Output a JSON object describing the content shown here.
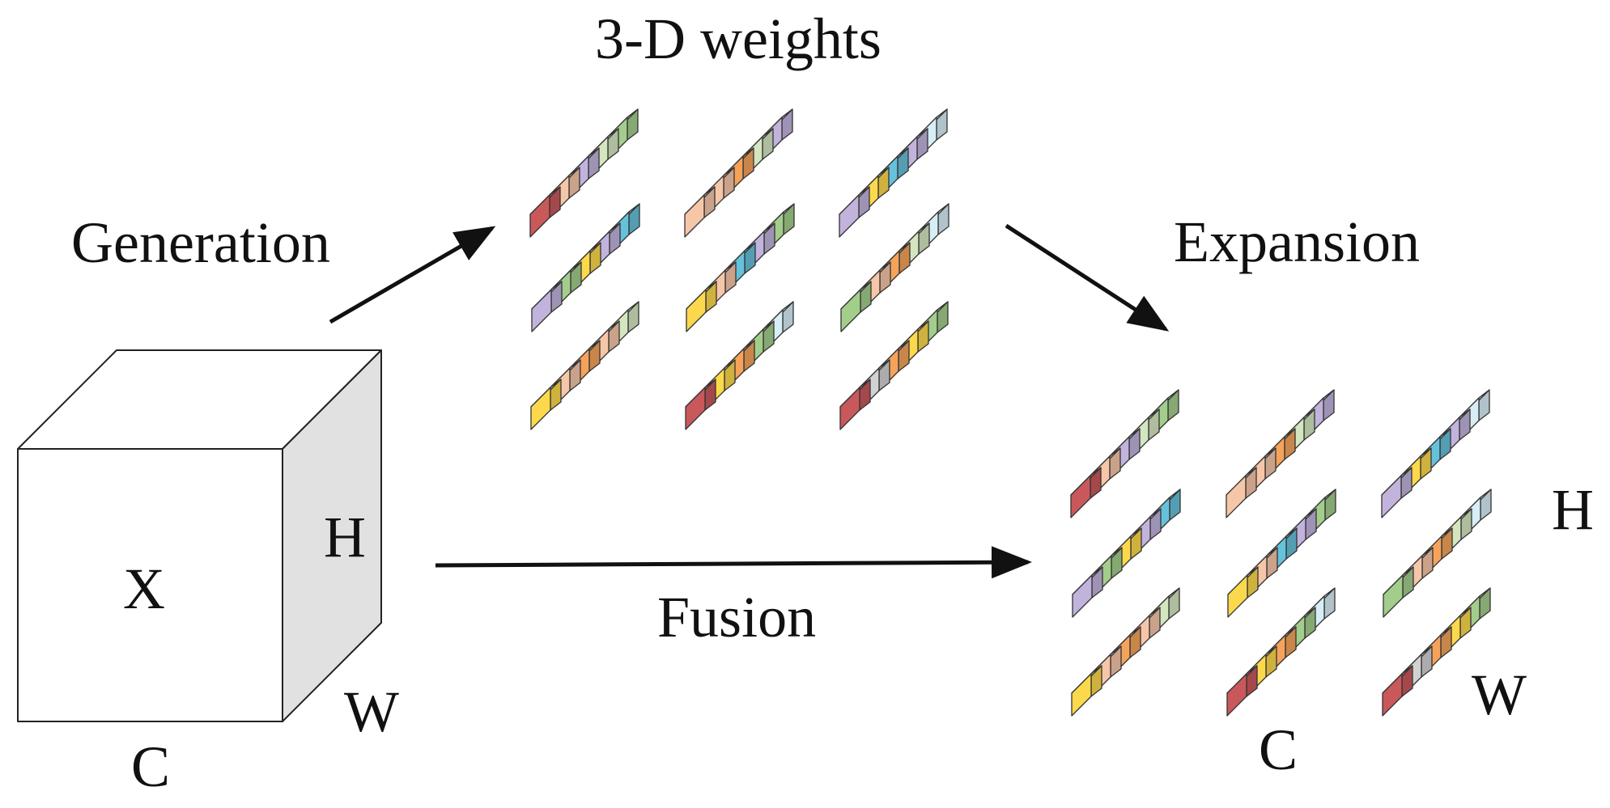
{
  "labels": {
    "weights_title": "3-D weights",
    "generation": "Generation",
    "expansion": "Expansion",
    "fusion": "Fusion",
    "x": "X",
    "h_left": "H",
    "w_left": "W",
    "c_left": "C",
    "h_right": "H",
    "w_right": "W",
    "c_right": "C"
  },
  "colors": {
    "red": "#c9585b",
    "peach": "#f6c6a8",
    "lilac": "#c2b3dd",
    "green": "#a3cd8b",
    "light_green": "#d3e6bf",
    "orange": "#f5a35b",
    "yellow": "#fcd94c",
    "blue": "#66c1db",
    "light_blue": "#d7eef6",
    "gray": "#d2d2d2",
    "cube_side": "#e1e1e1"
  },
  "weight_groups": [
    {
      "rows": [
        [
          "red",
          "peach",
          "lilac",
          "light_green",
          "green"
        ],
        [
          "lilac",
          "green",
          "yellow",
          "lilac",
          "blue"
        ],
        [
          "yellow",
          "peach",
          "orange",
          "peach",
          "light_green"
        ]
      ]
    },
    {
      "rows": [
        [
          "peach",
          "peach",
          "orange",
          "light_green",
          "lilac"
        ],
        [
          "yellow",
          "peach",
          "blue",
          "lilac",
          "green"
        ],
        [
          "red",
          "yellow",
          "orange",
          "green",
          "light_blue"
        ]
      ]
    },
    {
      "rows": [
        [
          "lilac",
          "yellow",
          "blue",
          "lilac",
          "light_blue"
        ],
        [
          "green",
          "peach",
          "orange",
          "light_green",
          "light_blue"
        ],
        [
          "red",
          "gray",
          "orange",
          "yellow",
          "green"
        ]
      ]
    }
  ]
}
